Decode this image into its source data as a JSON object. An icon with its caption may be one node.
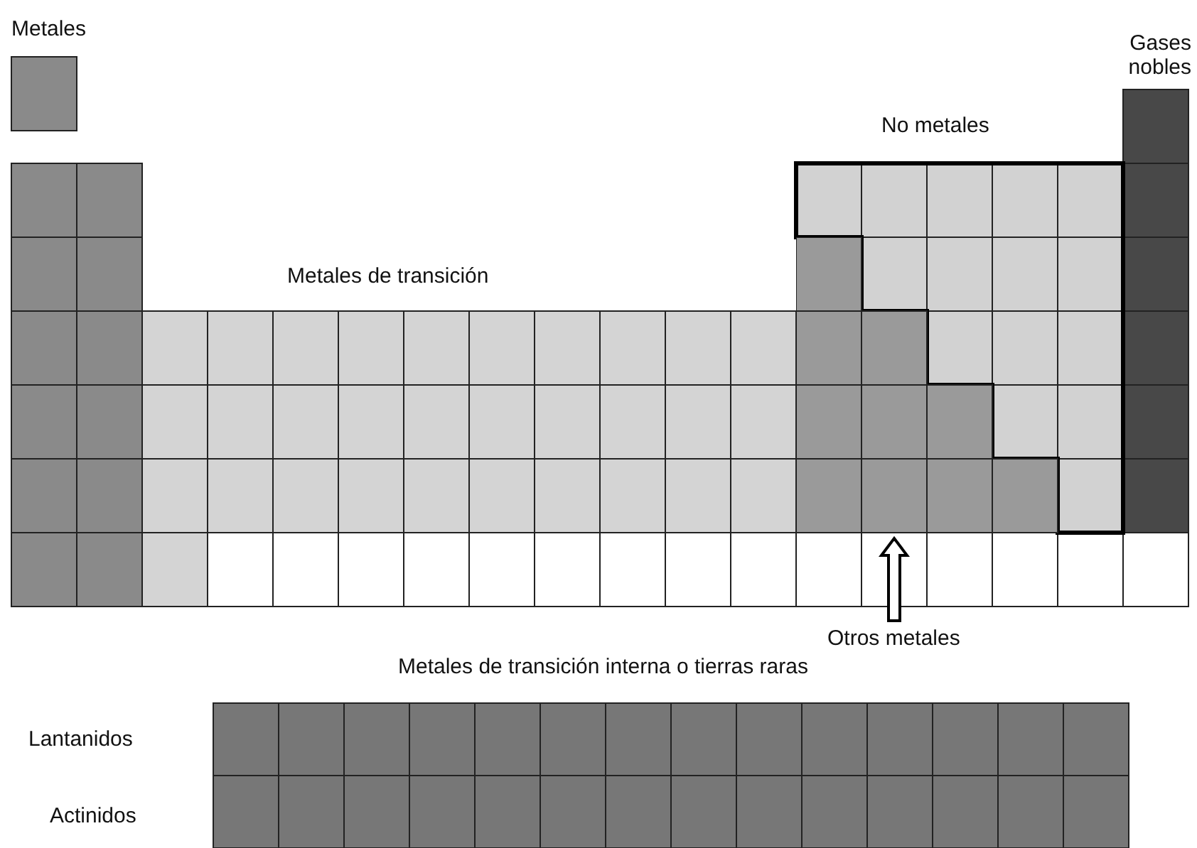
{
  "diagram": {
    "nodes": [
      {
        "text": [
          "Otros metales"
        ]
      },
      {
        "text": [],
        "shape": "box"
      }
    ],
    "edges": [
      {
        "from": 0,
        "to": 1,
        "arrow": "to"
      }
    ],
    "labels": [
      "Gases nobles",
      "No metales",
      "Metales de transición",
      "Metales de transición interna o tierras raras",
      "Lantanidos",
      "Actinidos"
    ],
    "legend": [
      {
        "text": "Metales",
        "color": "#8a8a8a"
      }
    ]
  }
}
